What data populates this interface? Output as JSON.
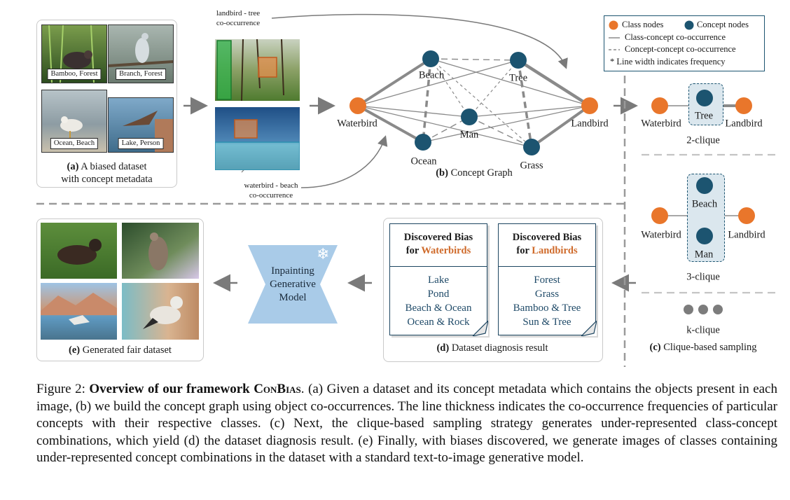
{
  "panel_a": {
    "tiles": [
      "Bamboo, Forest",
      "Branch, Forest",
      "Ocean, Beach",
      "Lake, Person"
    ],
    "caption_tag": "(a)",
    "caption_line1": " A biased dataset",
    "caption_line2": "with concept metadata"
  },
  "cooccurrence": {
    "top_line1": "landbird - tree",
    "top_line2": "co-occurrence",
    "bottom_line1": "waterbird - beach",
    "bottom_line2": "co-occurrence"
  },
  "graph": {
    "nodes": {
      "waterbird": "Waterbird",
      "landbird": "Landbird",
      "beach": "Beach",
      "tree": "Tree",
      "man": "Man",
      "ocean": "Ocean",
      "grass": "Grass"
    },
    "caption_tag": "(b)",
    "caption_text": " Concept Graph"
  },
  "legend": {
    "class_nodes": "Class nodes",
    "concept_nodes": "Concept nodes",
    "class_concept": "Class-concept co-occurrence",
    "concept_concept": "Concept-concept co-occurrence",
    "note": "* Line width indicates frequency"
  },
  "clique": {
    "two": {
      "left": "Waterbird",
      "middle": "Tree",
      "right": "Landbird",
      "label": "2-clique"
    },
    "three": {
      "left": "Waterbird",
      "top": "Beach",
      "bottom": "Man",
      "right": "Landbird",
      "label": "3-clique"
    },
    "k_label": "k-clique",
    "caption_tag": "(c)",
    "caption_text": " Clique-based sampling"
  },
  "diagnosis": {
    "water": {
      "head1": "Discovered Bias",
      "head2_prefix": "for ",
      "head2_class": "Waterbirds",
      "items": [
        "Lake",
        "Pond",
        "Beach & Ocean",
        "Ocean & Rock"
      ]
    },
    "land": {
      "head1": "Discovered Bias",
      "head2_prefix": "for ",
      "head2_class": "Landbirds",
      "items": [
        "Forest",
        "Grass",
        "Bamboo & Tree",
        "Sun & Tree"
      ]
    },
    "caption_tag": "(d)",
    "caption_text": " Dataset diagnosis result"
  },
  "model": {
    "line1": "Inpainting",
    "line2": "Generative",
    "line3": "Model",
    "frozen_icon": "snowflake-icon"
  },
  "panel_e": {
    "caption_tag": "(e)",
    "caption_text": " Generated fair dataset"
  },
  "figure_caption": {
    "label": "Figure 2: ",
    "bold_lead": "Overview of our framework ",
    "method": "ConBias",
    "body": ". (a) Given a dataset and its concept metadata which contains the objects present in each image, (b) we build the concept graph using object co-occurrences. The line thickness indicates the co-occurrence frequencies of particular concepts with their respective classes. (c) Next, the clique-based sampling strategy generates under-represented class-concept combinations, which yield (d) the dataset diagnosis result. (e) Finally, with biases discovered, we generate images of classes containing under-represented concept combinations in the dataset with a standard text-to-image generative model."
  },
  "colors": {
    "class_node": "#e9762b",
    "concept_node": "#1c5470",
    "clique_bg": "#dbe7ee",
    "model_fill": "#a9cbe8",
    "bias_orange": "#cf6a2a"
  }
}
